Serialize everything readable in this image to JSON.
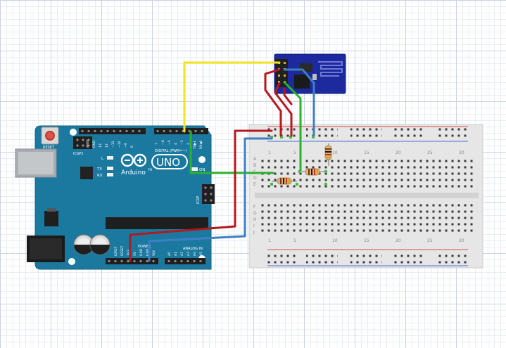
{
  "arduino": {
    "reset_label": "RESET",
    "brand": "Arduino",
    "tm": "TM",
    "model": "UNO",
    "digital_label": "DIGITAL (PWM=~)",
    "aref": "AREF",
    "gnd": "GND",
    "icsp2": "ICSP2",
    "icsp": "ICSP",
    "l_led": "L",
    "tx_led": "TX",
    "rx_led": "RX",
    "on_label": "ON",
    "power_label": "POWER",
    "analog_label": "ANALOG IN",
    "tx_pin": "TX▶1",
    "rx_pin": "RX◀0",
    "power_pins": [
      "IOREF",
      "RESET",
      "3V3",
      "5V",
      "GND",
      "GND",
      "VIN"
    ],
    "analog_pins": [
      "A0",
      "A1",
      "A2",
      "A3",
      "A4",
      "A5"
    ],
    "digital_pins": [
      "13",
      "12",
      "~11",
      "~10",
      "~9",
      "8",
      "7",
      "~6",
      "~5",
      "4",
      "~3",
      "2"
    ]
  },
  "breadboard": {
    "column_numbers": [
      "1",
      "5",
      "10",
      "15",
      "20",
      "25",
      "30"
    ],
    "rows_top": [
      "A",
      "B",
      "C",
      "D",
      "E"
    ],
    "rows_bottom": [
      "F",
      "G",
      "H",
      "I",
      "J"
    ]
  },
  "colors": {
    "wire_red": "#b5181e",
    "wire_yellow": "#f2e51d",
    "wire_green": "#2bb32b",
    "wire_blue": "#3e7fc4",
    "arduino_board": "#1b79a0",
    "esp_board": "#1d2a9e",
    "breadboard": "#e8e8e8"
  }
}
